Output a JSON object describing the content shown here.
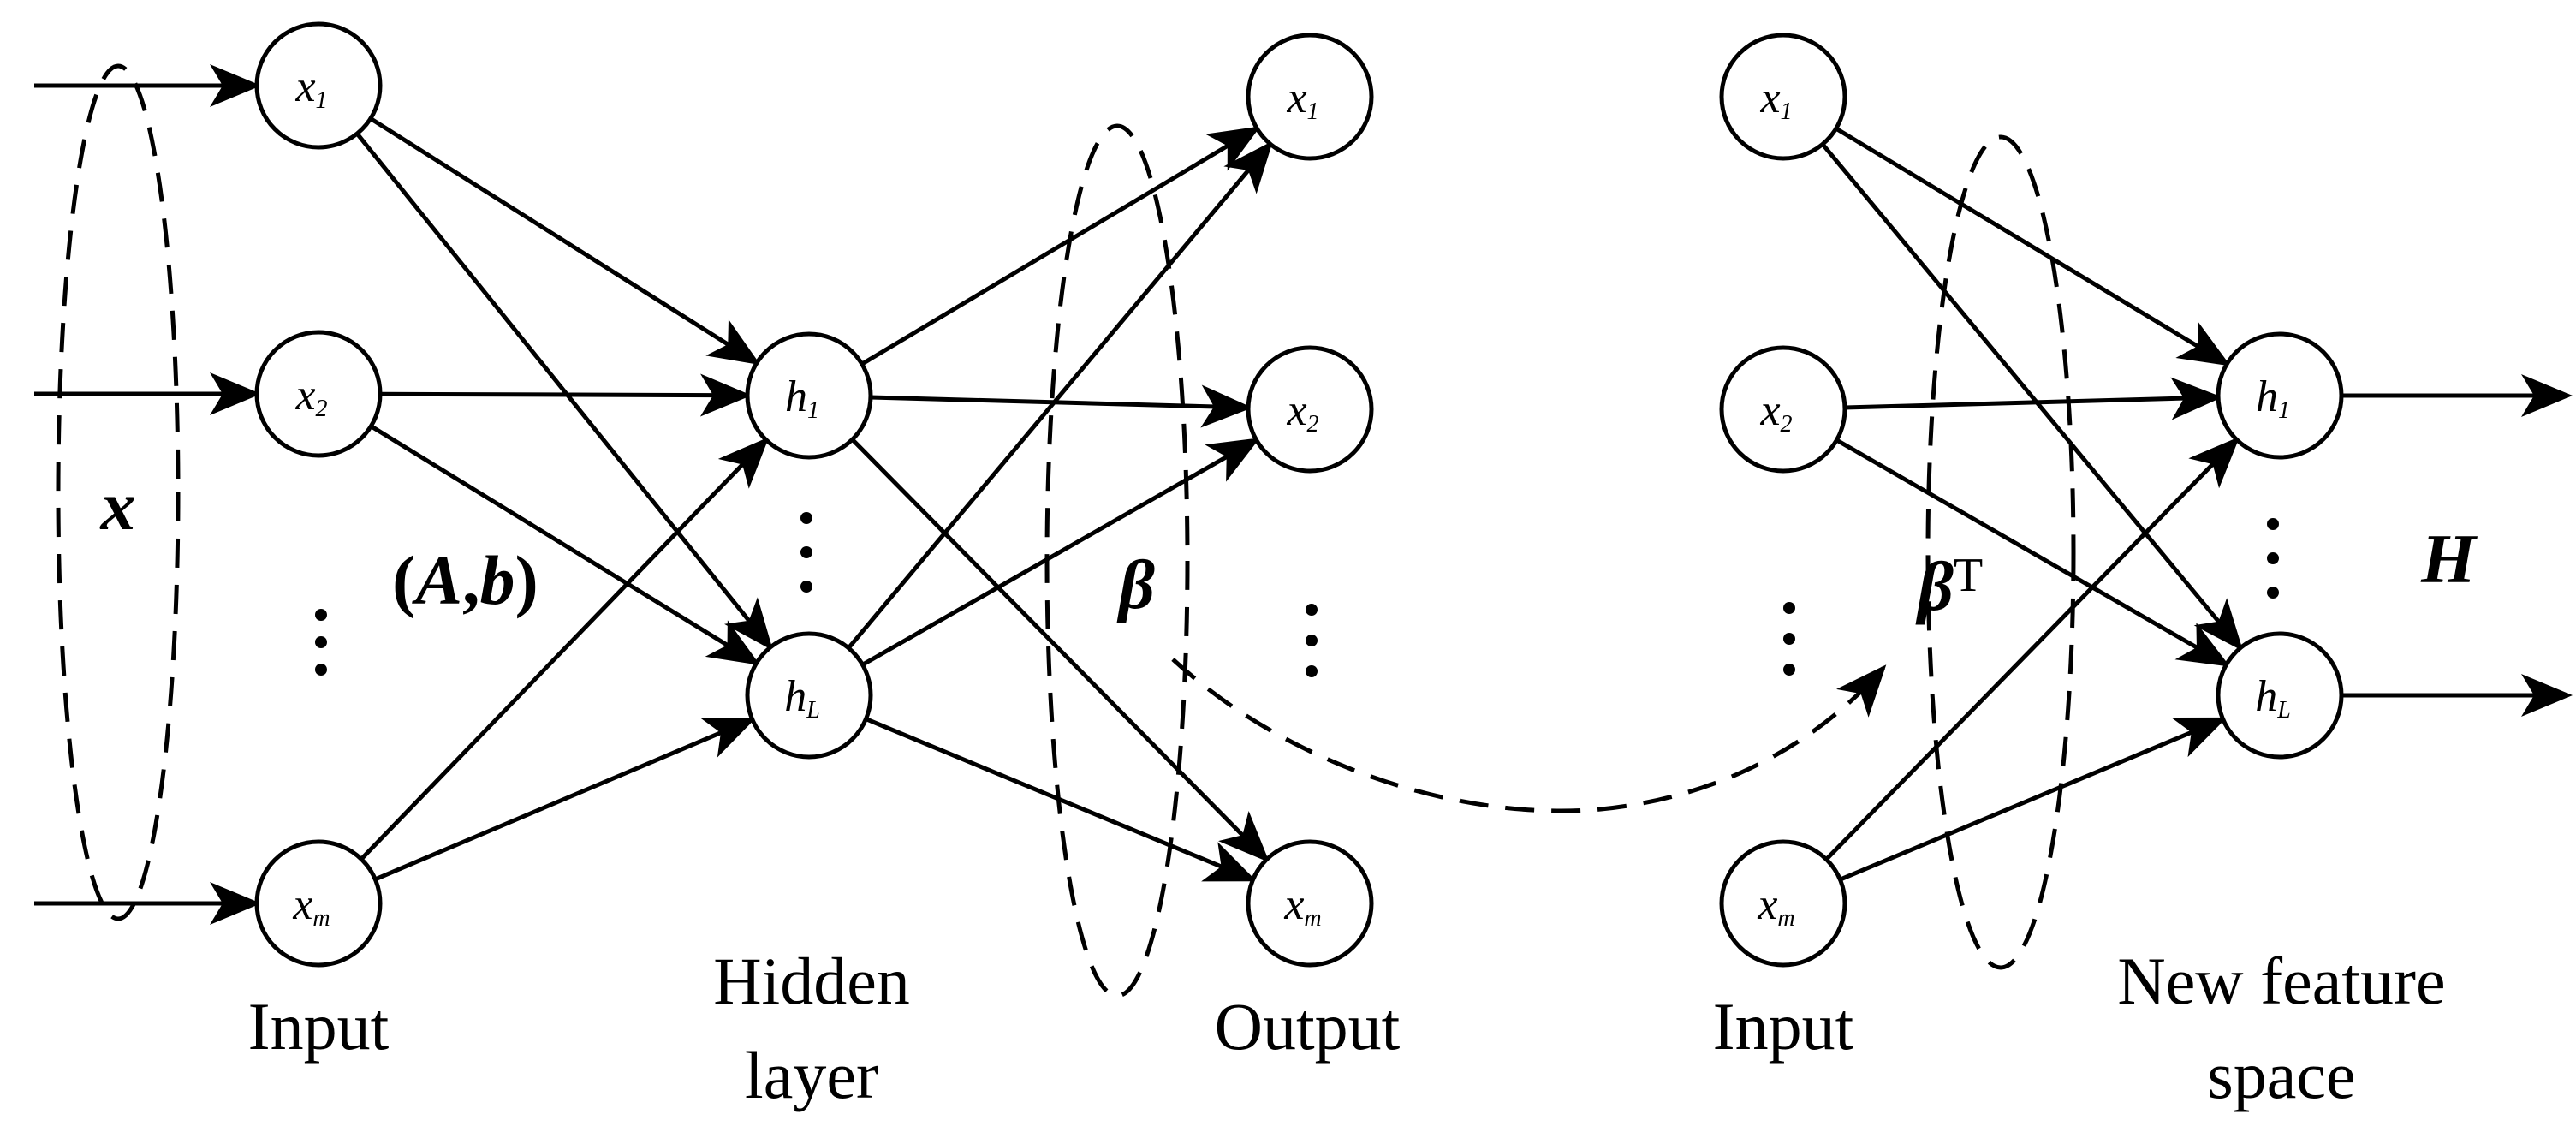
{
  "input_nodes": [
    {
      "base": "x",
      "sub": "1"
    },
    {
      "base": "x",
      "sub": "2"
    },
    {
      "base": "x",
      "sub": "m"
    }
  ],
  "hidden_nodes": [
    {
      "base": "h",
      "sub": "1"
    },
    {
      "base": "h",
      "sub": "L"
    }
  ],
  "output_nodes": [
    {
      "base": "x",
      "sub": "1"
    },
    {
      "base": "x",
      "sub": "2"
    },
    {
      "base": "x",
      "sub": "m"
    }
  ],
  "input2_nodes": [
    {
      "base": "x",
      "sub": "1"
    },
    {
      "base": "x",
      "sub": "2"
    },
    {
      "base": "x",
      "sub": "m"
    }
  ],
  "feature_nodes": [
    {
      "base": "h",
      "sub": "1"
    },
    {
      "base": "h",
      "sub": "L"
    }
  ],
  "symbols": {
    "x": "x",
    "ab_open": "(",
    "ab_a": "A",
    "ab_comma": ",",
    "ab_b": "b",
    "ab_close": ")",
    "beta": "β",
    "beta_t_base": "β",
    "beta_t_sup": "T",
    "h_out": "H"
  },
  "captions": {
    "input_left": "Input",
    "hidden_1": "Hidden",
    "hidden_2": "layer",
    "output": "Output",
    "input_right": "Input",
    "feature_1": "New feature",
    "feature_2": "space"
  }
}
